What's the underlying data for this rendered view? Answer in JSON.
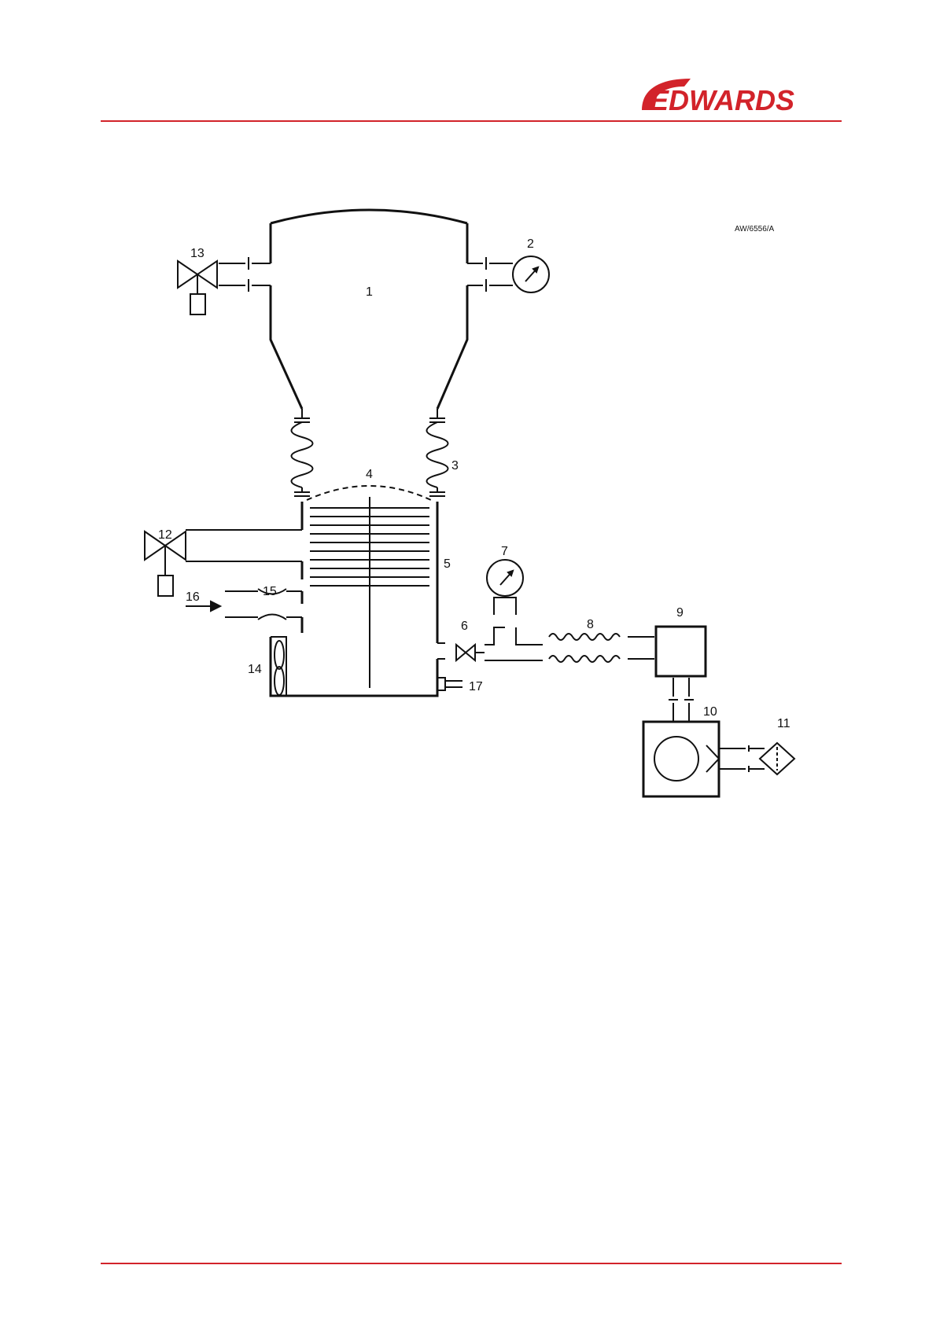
{
  "brand": {
    "name": "EDWARDS",
    "color": "#d2232a"
  },
  "figure": {
    "ref": "AW/6556/A",
    "labels": [
      "1",
      "2",
      "3",
      "4",
      "5",
      "6",
      "7",
      "8",
      "9",
      "10",
      "11",
      "12",
      "13",
      "14",
      "15",
      "16",
      "17"
    ]
  }
}
